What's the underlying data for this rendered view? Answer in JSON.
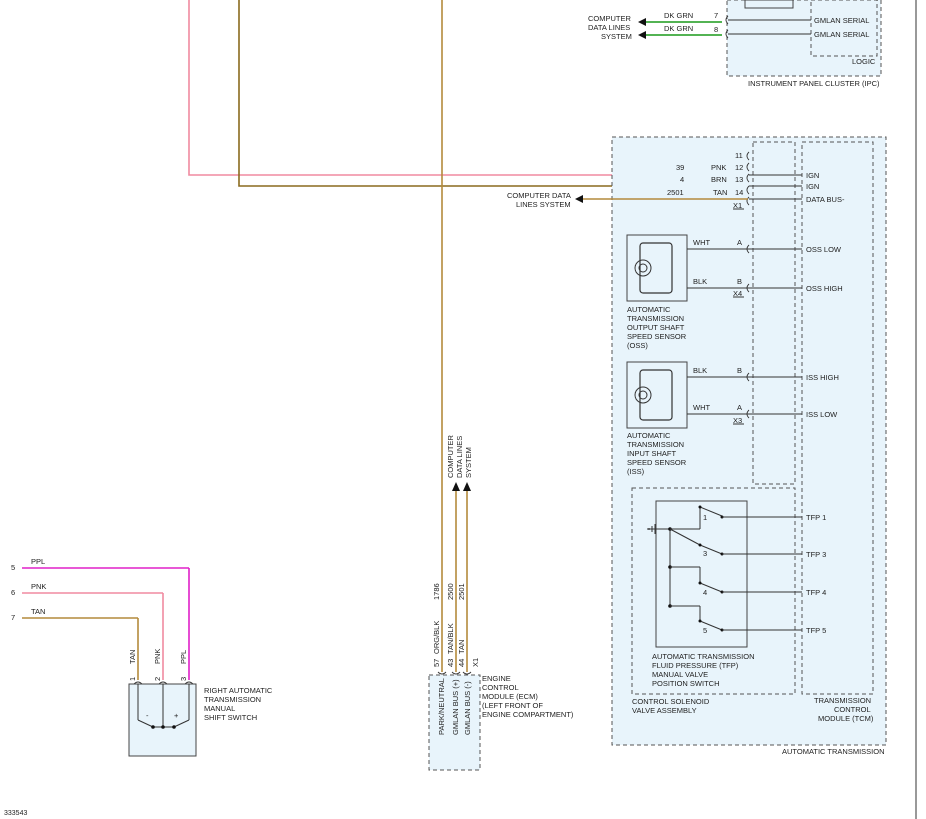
{
  "figure_id": "333543",
  "colors": {
    "pink": "#f08aa0",
    "brown": "#8a6a1e",
    "tan": "#b48a3c",
    "magenta": "#e020c8",
    "green": "#1a9a1a",
    "box_fill": "#e8f4fb"
  },
  "ipc": {
    "title": "INSTRUMENT PANEL CLUSTER (IPC)",
    "logic": "LOGIC",
    "pins": [
      {
        "num": "7",
        "color": "DK GRN",
        "label": "GMLAN SERIAL"
      },
      {
        "num": "8",
        "color": "DK GRN",
        "label": "GMLAN SERIAL"
      }
    ],
    "data_lines": [
      "COMPUTER",
      "DATA LINES",
      "SYSTEM"
    ]
  },
  "tcm": {
    "pins": [
      {
        "circuit": "",
        "color": "",
        "num": "11",
        "label": ""
      },
      {
        "circuit": "39",
        "color": "PNK",
        "num": "12",
        "label": "IGN"
      },
      {
        "circuit": "4",
        "color": "BRN",
        "num": "13",
        "label": "IGN"
      },
      {
        "circuit": "2501",
        "color": "TAN",
        "num": "14",
        "label": "DATA BUS-"
      }
    ],
    "connector": "X1",
    "data_lines": [
      "COMPUTER DATA",
      "LINES SYSTEM"
    ],
    "title": [
      "TRANSMISSION",
      "CONTROL",
      "MODULE (TCM)"
    ]
  },
  "oss": {
    "pins": [
      {
        "color": "WHT",
        "num": "A",
        "label": "OSS LOW"
      },
      {
        "color": "BLK",
        "num": "B",
        "label": "OSS HIGH"
      }
    ],
    "connector": "X4",
    "title": [
      "AUTOMATIC",
      "TRANSMISSION",
      "OUTPUT SHAFT",
      "SPEED SENSOR",
      "(OSS)"
    ]
  },
  "iss": {
    "pins": [
      {
        "color": "BLK",
        "num": "B",
        "label": "ISS HIGH"
      },
      {
        "color": "WHT",
        "num": "A",
        "label": "ISS LOW"
      }
    ],
    "connector": "X3",
    "title": [
      "AUTOMATIC",
      "TRANSMISSION",
      "INPUT SHAFT",
      "SPEED SENSOR",
      "(ISS)"
    ]
  },
  "tfp": {
    "switches": [
      {
        "num": "1",
        "label": "TFP 1"
      },
      {
        "num": "3",
        "label": "TFP 3"
      },
      {
        "num": "4",
        "label": "TFP 4"
      },
      {
        "num": "5",
        "label": "TFP 5"
      }
    ],
    "title": [
      "AUTOMATIC TRANSMISSION",
      "FLUID PRESSURE (TFP)",
      "MANUAL VALVE",
      "POSITION SWITCH"
    ],
    "assembly": [
      "CONTROL SOLENOID",
      "VALVE ASSEMBLY"
    ]
  },
  "auto_trans": "AUTOMATIC TRANSMISSION",
  "ecm": {
    "wires": [
      {
        "circuit": "1786",
        "color": "ORG/BLK",
        "num": "57",
        "label": "PARK/NEUTRAL"
      },
      {
        "circuit": "2500",
        "color": "TAN/BLK",
        "num": "43",
        "label": "GMLAN BUS (+)"
      },
      {
        "circuit": "2501",
        "color": "TAN",
        "num": "44",
        "label": "GMLAN BUS (-)"
      }
    ],
    "connector": "X1",
    "data_lines": [
      "COMPUTER",
      "DATA LINES",
      "SYSTEM"
    ],
    "title": [
      "ENGINE",
      "CONTROL",
      "MODULE (ECM)",
      "(LEFT FRONT OF",
      "ENGINE COMPARTMENT)"
    ]
  },
  "shift_switch": {
    "left_wires": [
      {
        "num": "5",
        "color": "PPL"
      },
      {
        "num": "6",
        "color": "PNK"
      },
      {
        "num": "7",
        "color": "TAN"
      }
    ],
    "pins": [
      {
        "num": "1",
        "color": "TAN"
      },
      {
        "num": "2",
        "color": "PNK"
      },
      {
        "num": "3",
        "color": "PPL"
      }
    ],
    "symbols": [
      "-",
      "+"
    ],
    "title": [
      "RIGHT AUTOMATIC",
      "TRANSMISSION",
      "MANUAL",
      "SHIFT SWITCH"
    ]
  }
}
